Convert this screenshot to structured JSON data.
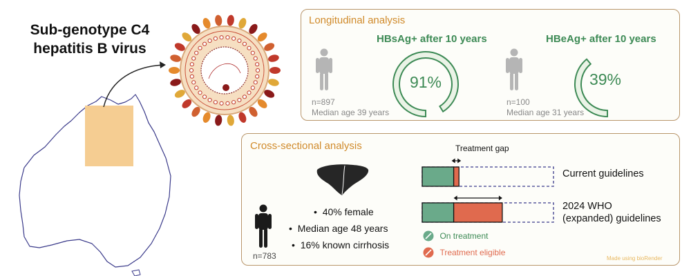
{
  "title": {
    "line1": "Sub-genotype C4",
    "line2": "hepatitis B virus"
  },
  "longitudinal": {
    "title": "Longitudinal analysis",
    "left": {
      "heading": "HBsAg+ after 10 years",
      "percent_label": "91%",
      "percent_value": 91,
      "n": "n=897",
      "median_age": "Median age 39 years"
    },
    "right": {
      "heading": "HBeAg+ after 10 years",
      "percent_label": "39%",
      "percent_value": 39,
      "n": "n=100",
      "median_age": "Median age 31 years"
    }
  },
  "cross_sectional": {
    "title": "Cross-sectional analysis",
    "n": "n=783",
    "bullets": [
      "40% female",
      "Median age 48 years",
      "16% known cirrhosis"
    ],
    "treatment_gap_label": "Treatment gap",
    "guidelines": [
      {
        "label_lines": [
          "Current guidelines"
        ],
        "on_treatment_fraction": 0.24,
        "eligible_fraction": 0.04
      },
      {
        "label_lines": [
          "2024 WHO",
          "(expanded) guidelines"
        ],
        "on_treatment_fraction": 0.24,
        "eligible_fraction": 0.37
      }
    ],
    "legend": [
      {
        "label": "On treatment",
        "color": "#6aaa8a"
      },
      {
        "label": "Treatment eligible",
        "color": "#e06a4e"
      }
    ]
  },
  "credit": "Made using bioRender",
  "colors": {
    "panel_border": "#b8956a",
    "panel_title": "#d08a2a",
    "green": "#3d8a55",
    "ring_fill": "#eaf3e6",
    "on_treatment": "#6aaa8a",
    "treatment_eligible": "#e06a4e",
    "territory": "#f5cd92",
    "dashed": "#3a3a8a"
  }
}
